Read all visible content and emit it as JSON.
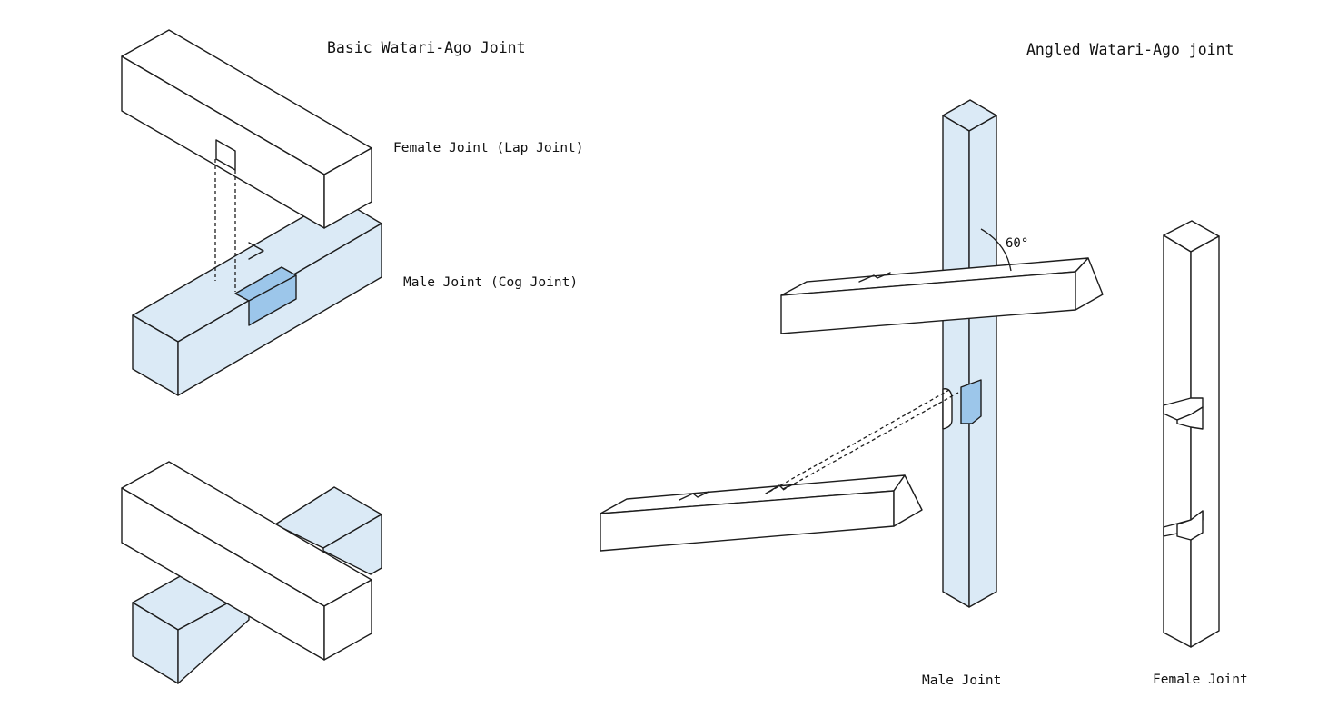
{
  "colors": {
    "line": "#1d1d1d",
    "light_blue": "#dbeaf6",
    "mid_blue": "#9cc6ea",
    "white": "#ffffff",
    "text": "#111111"
  },
  "labels": {
    "basic_title": "Basic Watari-Ago Joint",
    "angled_title": "Angled Watari-Ago joint",
    "female_lap": "Female Joint (Lap Joint)",
    "male_cog": "Male Joint (Cog Joint)",
    "angle": "60°",
    "male_joint": "Male Joint",
    "female_joint": "Female Joint"
  }
}
